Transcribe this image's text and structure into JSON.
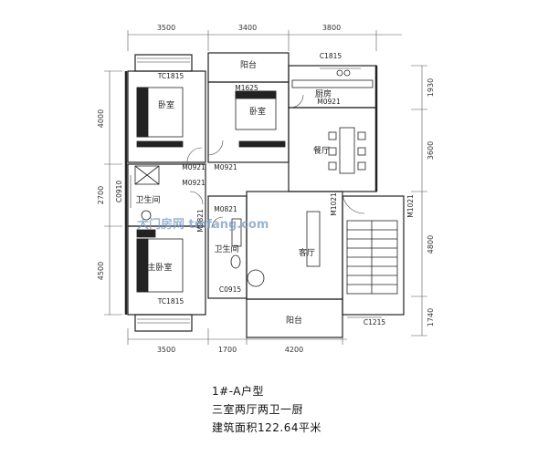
{
  "dimensions": {
    "top": [
      "3500",
      "3400",
      "3800"
    ],
    "bottom": [
      "3500",
      "1700",
      "4200"
    ],
    "left": [
      "4000",
      "2700",
      "4500"
    ],
    "right": [
      "1930",
      "3600",
      "4800",
      "1740"
    ]
  },
  "rooms": {
    "bedroom_top_left": "卧室",
    "bedroom_top_mid": "卧室",
    "bedroom_bottom_left": "主卧室",
    "bathroom_left": "卫生间",
    "bathroom_mid": "卫生间",
    "balcony_top": "阳台",
    "balcony_bottom": "阳台",
    "kitchen": "厨房",
    "dining": "餐厅",
    "living": "客厅"
  },
  "codes": {
    "window_top_left": "TC1815",
    "window_bottom_left": "TC1815",
    "window_kitchen": "C1815",
    "window_stair": "C1215",
    "window_bath_left": "C0910",
    "window_bath_mid": "C0915",
    "door_bedroom_mid": "M1625",
    "door_kitchen": "M0921",
    "door_a": "M0921",
    "door_b": "M0921",
    "door_c": "M0921",
    "door_d": "M0821",
    "door_e": "M0821",
    "door_entry_left": "M1021",
    "door_entry_right": "M1021"
  },
  "watermark": "大门房网 tmfang.com",
  "caption": {
    "line1": "1#-A户型",
    "line2": "三室两厅两卫一厨",
    "line3": "建筑面积122.64平米"
  }
}
